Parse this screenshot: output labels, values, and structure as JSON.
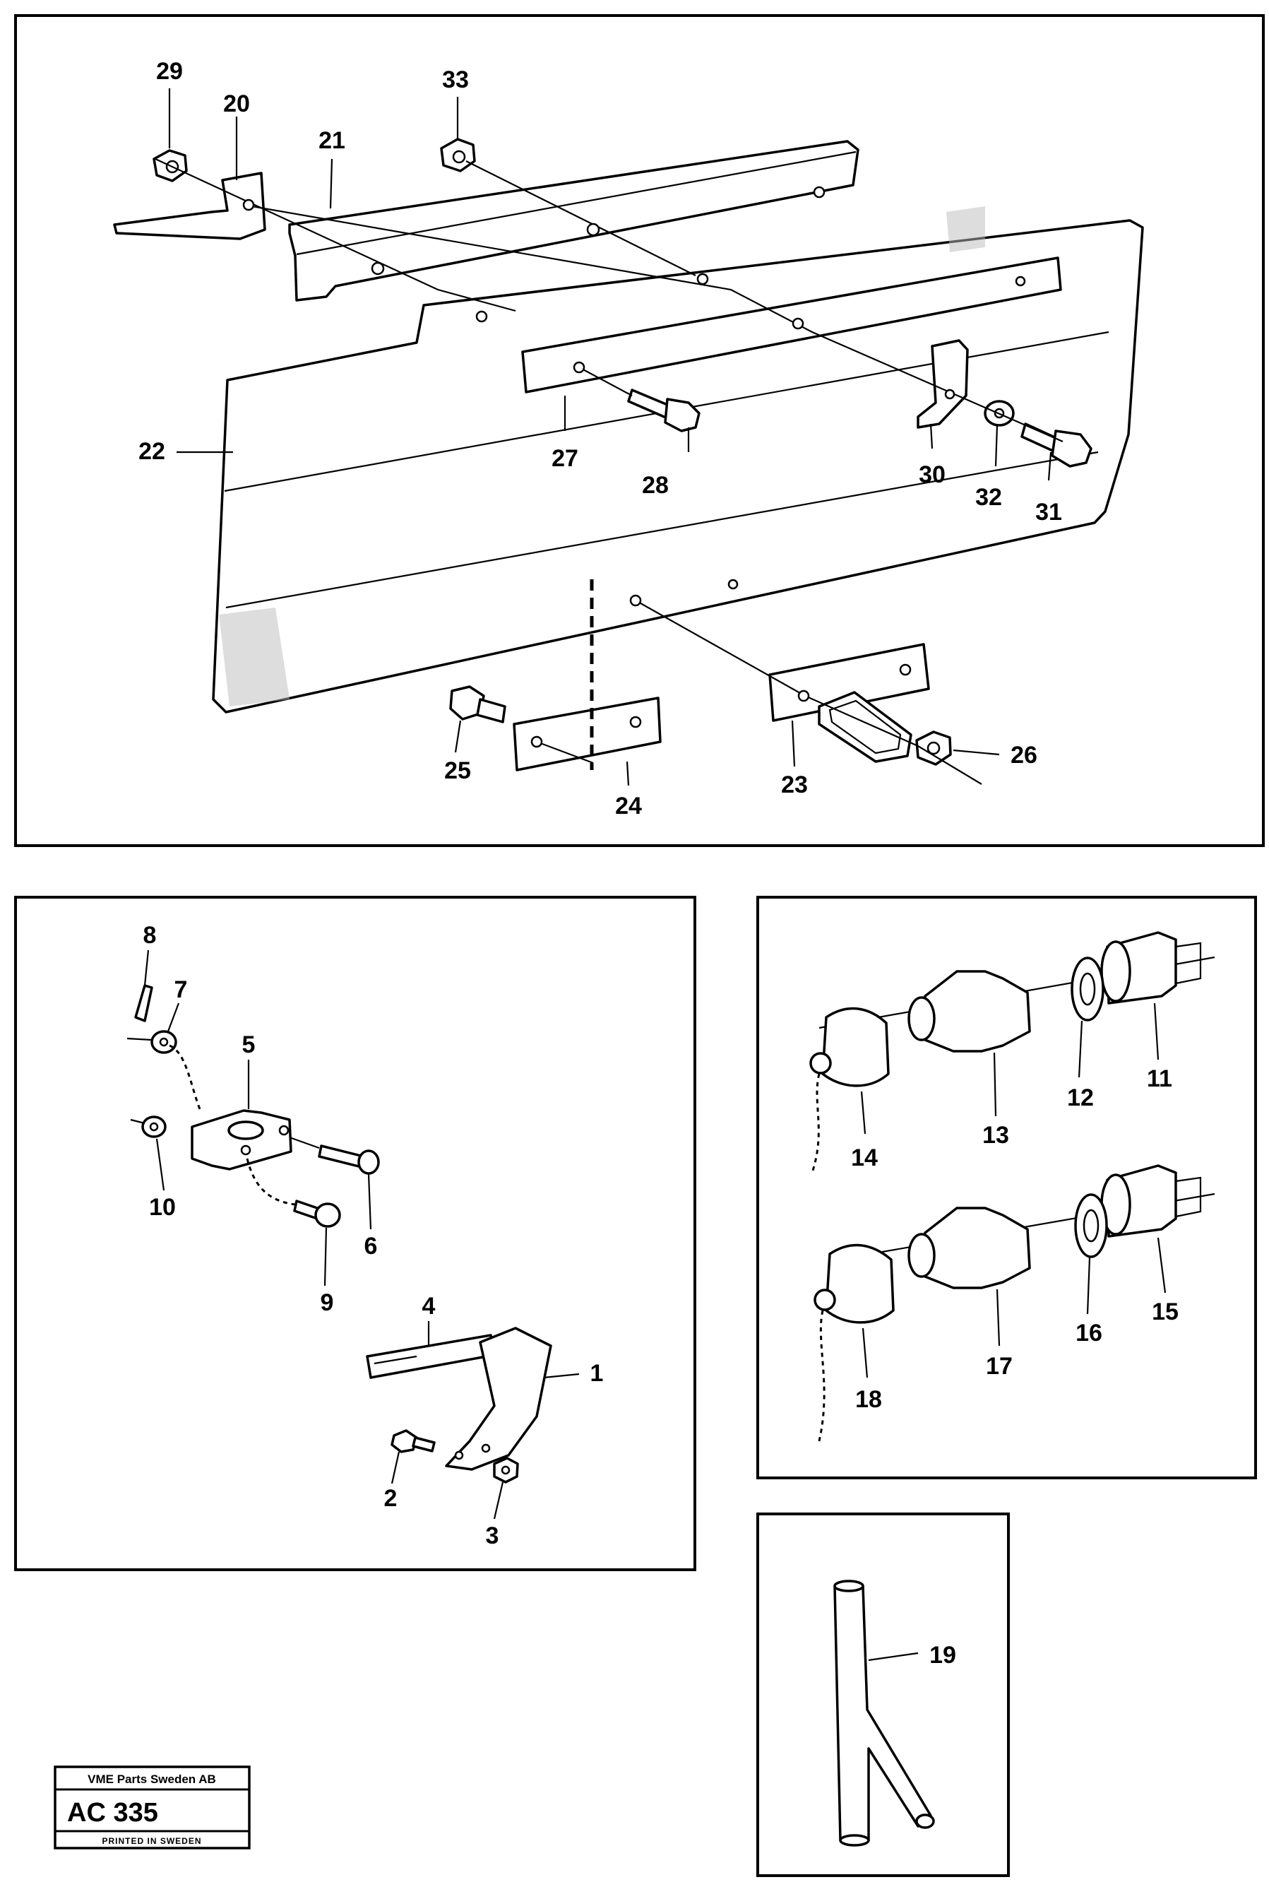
{
  "callouts": {
    "p1": "1",
    "p2": "2",
    "p3": "3",
    "p4": "4",
    "p5": "5",
    "p6": "6",
    "p7": "7",
    "p8": "8",
    "p9": "9",
    "p10": "10",
    "p11": "11",
    "p12": "12",
    "p13": "13",
    "p14": "14",
    "p15": "15",
    "p16": "16",
    "p17": "17",
    "p18": "18",
    "p19": "19",
    "p20": "20",
    "p21": "21",
    "p22": "22",
    "p23": "23",
    "p24": "24",
    "p25": "25",
    "p26": "26",
    "p27": "27",
    "p28": "28",
    "p29": "29",
    "p30": "30",
    "p31": "31",
    "p32": "32",
    "p33": "33"
  },
  "stamp": {
    "company": "VME Parts Sweden AB",
    "code": "AC 335",
    "footer": "PRINTED IN SWEDEN"
  }
}
